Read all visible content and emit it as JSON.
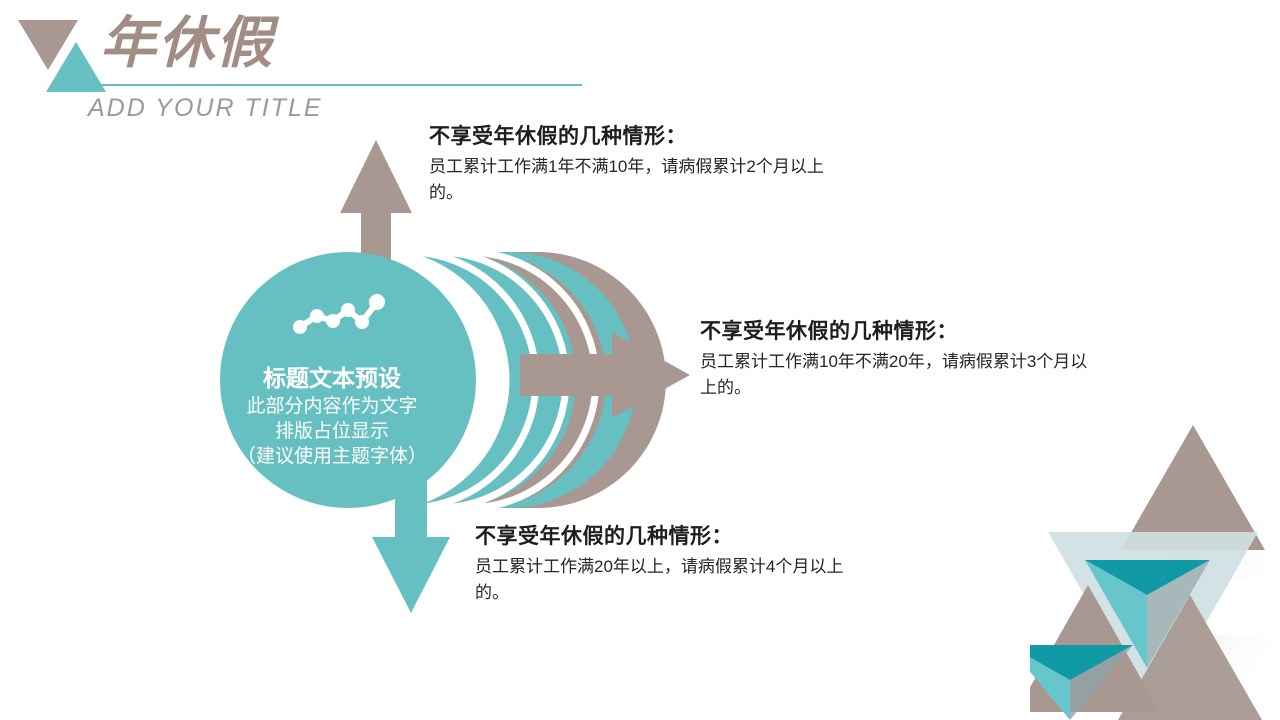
{
  "slide": {
    "background_color": "#ffffff",
    "accent_teal": "#66c0c2",
    "accent_taupe": "#a89891",
    "accent_dark_teal": "#0f9aa5",
    "accent_pale_blue": "#d4e4e6"
  },
  "header": {
    "title_cn": "年休假",
    "title_en": "ADD YOUR TITLE",
    "logo": {
      "triangle_down": "triangle-down-icon",
      "triangle_up": "triangle-up-icon"
    }
  },
  "center": {
    "icon": "line-chart-trend-icon",
    "heading": "标题文本预设",
    "body_lines": [
      "此部分内容作为文字",
      "排版占位显示",
      "（建议使用主题字体）"
    ]
  },
  "arrows": {
    "up": {
      "name": "arrow-up",
      "color": "#a89891"
    },
    "right": {
      "name": "arrow-right",
      "color": "#a89891"
    },
    "down": {
      "name": "arrow-down",
      "color": "#66c0c2"
    }
  },
  "callouts": [
    {
      "title": "不享受年休假的几种情形：",
      "body": "员工累计工作满1年不满10年，请病假累计2个月以上的。"
    },
    {
      "title": "不享受年休假的几种情形：",
      "body": "员工累计工作满10年不满20年，请病假累计3个月以上的。"
    },
    {
      "title": "不享受年休假的几种情形：",
      "body": "员工累计工作满20年以上，请病假累计4个月以上的。"
    }
  ]
}
